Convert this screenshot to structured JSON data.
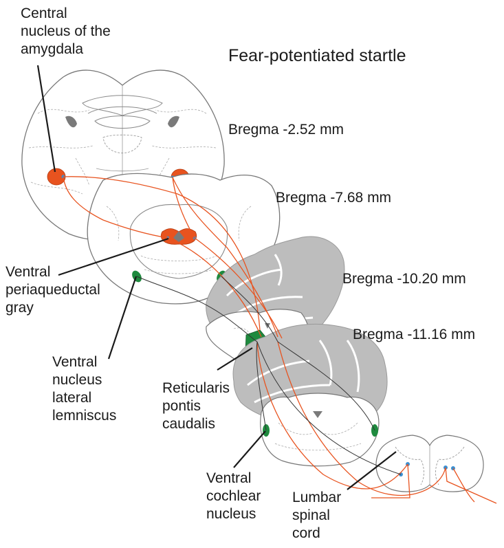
{
  "title": "Fear-potentiated startle",
  "sections": [
    {
      "label": "Bregma -2.52 mm"
    },
    {
      "label": "Bregma -7.68 mm"
    },
    {
      "label": "Bregma -10.20 mm"
    },
    {
      "label": "Bregma -11.16 mm"
    }
  ],
  "structures": {
    "amygdala": {
      "label": "Central\nnucleus of the\namygdala"
    },
    "pag": {
      "label": "Ventral\nperiaqueductal\ngray"
    },
    "vnll": {
      "label": "Ventral\nnucleus\nlateral\nlemniscus"
    },
    "pnc": {
      "label": "Reticularis\npontis\ncaudalis"
    },
    "vcn": {
      "label": "Ventral\ncochlear\nnucleus"
    },
    "spinal": {
      "label": "Lumbar\nspinal\ncord"
    }
  },
  "colors": {
    "fear_pathway": "#e8531f",
    "startle_nuclei": "#1e8a3e",
    "outline": "#777777",
    "pointer": "#1a1a1a",
    "cerebellum_fill": "#bdbdbd",
    "ventricle": "#7a7a7a",
    "neuron_dot": "#3b8fd1"
  }
}
